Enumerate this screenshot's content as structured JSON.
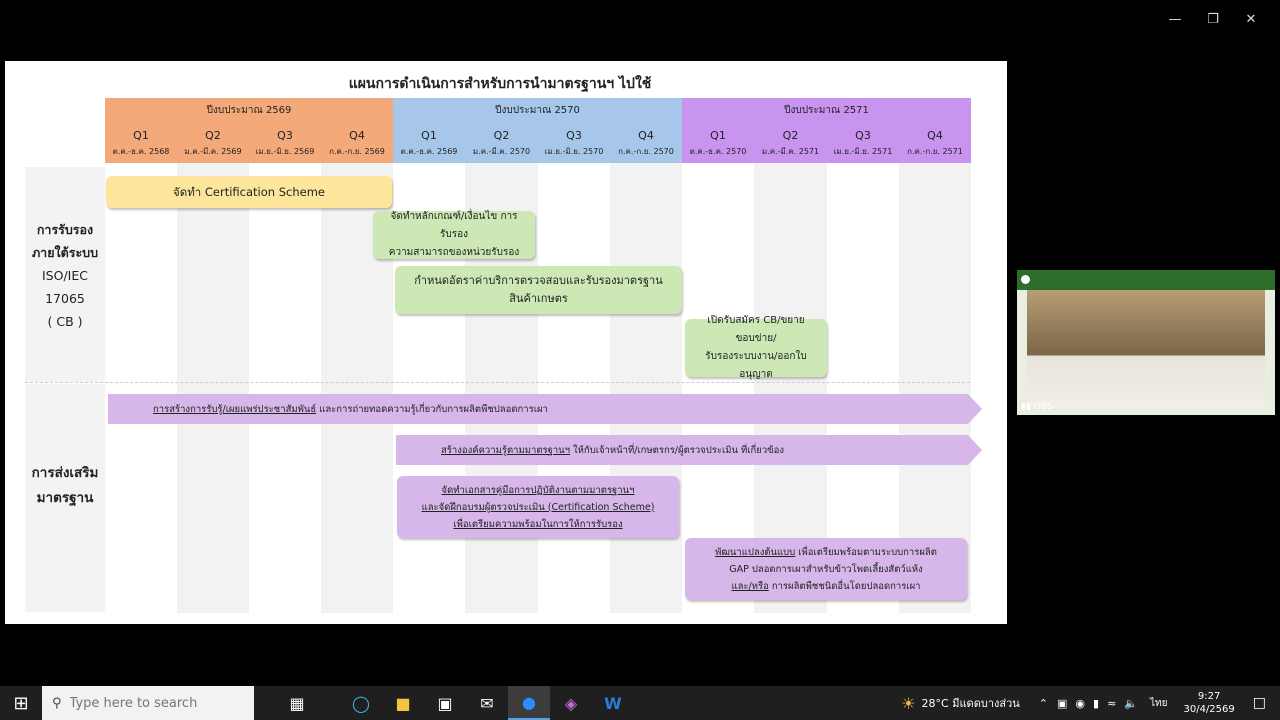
{
  "slide": {
    "title": "แผนการดำเนินการสำหรับการนำมาตรฐานฯ ไปใช้",
    "years": [
      "ปีงบประมาณ 2569",
      "ปีงบประมาณ 2570",
      "ปีงบประมาณ 2571"
    ],
    "quarters": [
      {
        "q": "Q1",
        "months": "ต.ค.-ธ.ค. 2568"
      },
      {
        "q": "Q2",
        "months": "ม.ค.-มี.ค. 2569"
      },
      {
        "q": "Q3",
        "months": "เม.ย.-มิ.ย. 2569"
      },
      {
        "q": "Q4",
        "months": "ก.ค.-ก.ย. 2569"
      },
      {
        "q": "Q1",
        "months": "ต.ค.-ธ.ค. 2569"
      },
      {
        "q": "Q2",
        "months": "ม.ค.-มี.ค. 2570"
      },
      {
        "q": "Q3",
        "months": "เม.ย.-มิ.ย. 2570"
      },
      {
        "q": "Q4",
        "months": "ก.ค.-ก.ย. 2570"
      },
      {
        "q": "Q1",
        "months": "ต.ค.-ธ.ค. 2570"
      },
      {
        "q": "Q2",
        "months": "ม.ค.-มี.ค. 2571"
      },
      {
        "q": "Q3",
        "months": "เม.ย.-มิ.ย. 2571"
      },
      {
        "q": "Q4",
        "months": "ก.ค.-ก.ย. 2571"
      }
    ],
    "categories": [
      {
        "lines": [
          "การรับรอง",
          "ภายใต้ระบบ",
          "ISO/IEC",
          "17065",
          "( CB )"
        ]
      },
      {
        "lines": [
          "การส่งเสริม",
          "มาตรฐาน"
        ]
      }
    ],
    "tasks": {
      "t1": "จัดทำ Certification Scheme",
      "t2a": "จัดทำหลักเกณฑ์/เงื่อนไข การรับรอง",
      "t2b": "ความสามารถของหน่วยรับรอง",
      "t3a": "กำหนดอัตราค่าบริการตรวจสอบและรับรองมาตรฐาน",
      "t3b": "สินค้าเกษตร",
      "t4a": "เปิดรับสมัคร CB/ขยายขอบข่าย/",
      "t4b": "รับรองระบบงาน/ออกใบอนุญาต",
      "a1u": "การสร้างการรับรู้/เผยแพร่ประชาสัมพันธ์",
      "a1": " และการถ่ายทอดความรู้เกี่ยวกับการผลิตพืชปลอดการเผา",
      "a2u": "สร้างองค์ความรู้ตามมาตรฐานฯ",
      "a2": " ให้กับเจ้าหน้าที่/เกษตรกร/ผู้ตรวจประเมิน ที่เกี่ยวข้อง",
      "t5a": "จัดทำเอกสารคู่มือการปฏิบัติงานตามมาตรฐานฯ",
      "t5b": "และจัดฝึกอบรมผู้ตรวจประเมิน (Certification Scheme)",
      "t5c": "เพื่อเตรียมความพร้อมในการให้การรับรอง",
      "t6a_u": "พัฒนาแปลงต้นแบบ",
      "t6a": " เพื่อเตรียมพร้อมตามระบบการผลิต",
      "t6b": "GAP ปลอดการเผาสำหรับข้าวโพดเลี้ยงสัตว์แห้ง",
      "t6c_u": "และ/หรือ",
      "t6c": " การผลิตพืชชนิดอื่นโดยปลอดการเผา"
    }
  },
  "meeting": {
    "label": "OBS"
  },
  "taskbar": {
    "search_placeholder": "Type here to search",
    "weather": "28°C มีแดดบางส่วน",
    "lang": "ไทย",
    "time": "9:27",
    "date": "30/4/2569"
  },
  "colors": {
    "y2569": "#f4a97a",
    "y2570": "#a7c7ea",
    "y2571": "#c993f0",
    "yellow": "#fde59c",
    "green": "#cde8b4",
    "purple": "#d7b7ea",
    "purple_light": "#d9c0e9"
  }
}
